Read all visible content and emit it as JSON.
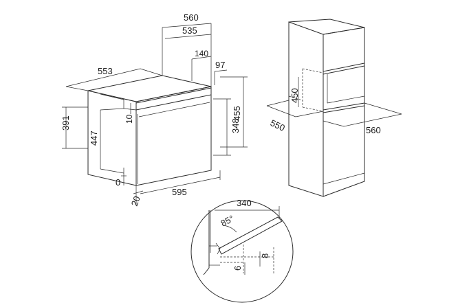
{
  "oven_dimensions": {
    "total_depth": "560",
    "body_depth": "535",
    "panel_depth": "140",
    "top_offset": "97",
    "width_top": "553",
    "panel_height_inner": "10",
    "height_391": "391",
    "height_447": "447",
    "height_348": "348",
    "height_455": "455",
    "bottom_gap": "0",
    "front_offset": "20",
    "front_width": "595"
  },
  "cabinet_dimensions": {
    "opening_height": "450",
    "depth_left": "550",
    "depth_right": "560"
  },
  "door_detail": {
    "projection": "340",
    "angle": "85°",
    "gap_6": "6",
    "gap_8": "8"
  }
}
